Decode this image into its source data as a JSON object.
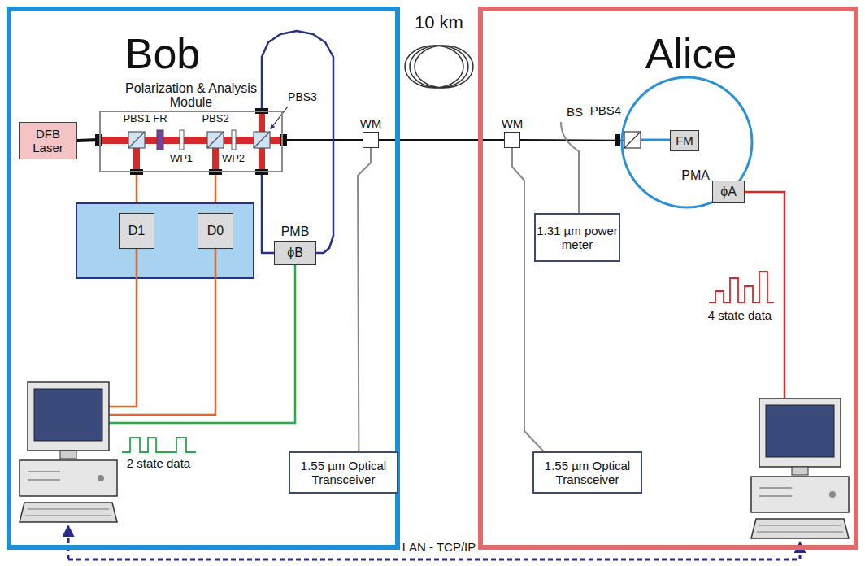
{
  "diagram": {
    "nodes": [
      {
        "text": [
          "Bob"
        ]
      },
      {
        "text": [
          "Polarization & Analysis Module"
        ],
        "in": 0
      },
      {
        "text": [
          "DFB Laser"
        ],
        "in": 0
      },
      {
        "text": [
          "D1"
        ],
        "in": 0
      },
      {
        "text": [
          "D0"
        ],
        "in": 0
      },
      {
        "text": [
          "PMB",
          "ϕB"
        ],
        "in": 0
      },
      {
        "text": [
          "WM"
        ],
        "in": 0
      },
      {
        "text": [
          "1.55 µm Optical Transceiver"
        ],
        "in": 0
      },
      {
        "text": [
          "Alice"
        ]
      },
      {
        "text": [
          "WM"
        ],
        "in": 8
      },
      {
        "text": [
          "1.31 µm power meter"
        ],
        "in": 8
      },
      {
        "text": [
          "FM"
        ],
        "in": 8
      },
      {
        "text": [
          "PMA",
          "ϕA"
        ],
        "in": 8
      },
      {
        "text": [
          "1.55 µm Optical Transceiver"
        ],
        "in": 8
      }
    ],
    "edges": [
      {
        "from": 2,
        "to": 1,
        "arrow": "none"
      },
      {
        "from": 1,
        "to": 6,
        "arrow": "none"
      },
      {
        "from": 6,
        "to": 7,
        "arrow": "none"
      },
      {
        "from": 1,
        "to": 3,
        "arrow": "none"
      },
      {
        "from": 1,
        "to": 4,
        "arrow": "none"
      },
      {
        "from": 1,
        "to": 5,
        "arrow": "none"
      },
      {
        "from": 1,
        "to": 5,
        "arrow": "none"
      },
      {
        "from": 6,
        "to": 9,
        "arrow": "none"
      },
      {
        "from": 9,
        "to": 13,
        "arrow": "none"
      },
      {
        "from": 9,
        "to": 11,
        "arrow": "none"
      }
    ],
    "labels": [
      "10 km",
      "PBS1",
      "FR",
      "WP1",
      "PBS2",
      "WP2",
      "PBS3",
      "BS",
      "PBS4",
      "2 state data",
      "4 state data",
      "LAN - TCP/IP"
    ]
  }
}
